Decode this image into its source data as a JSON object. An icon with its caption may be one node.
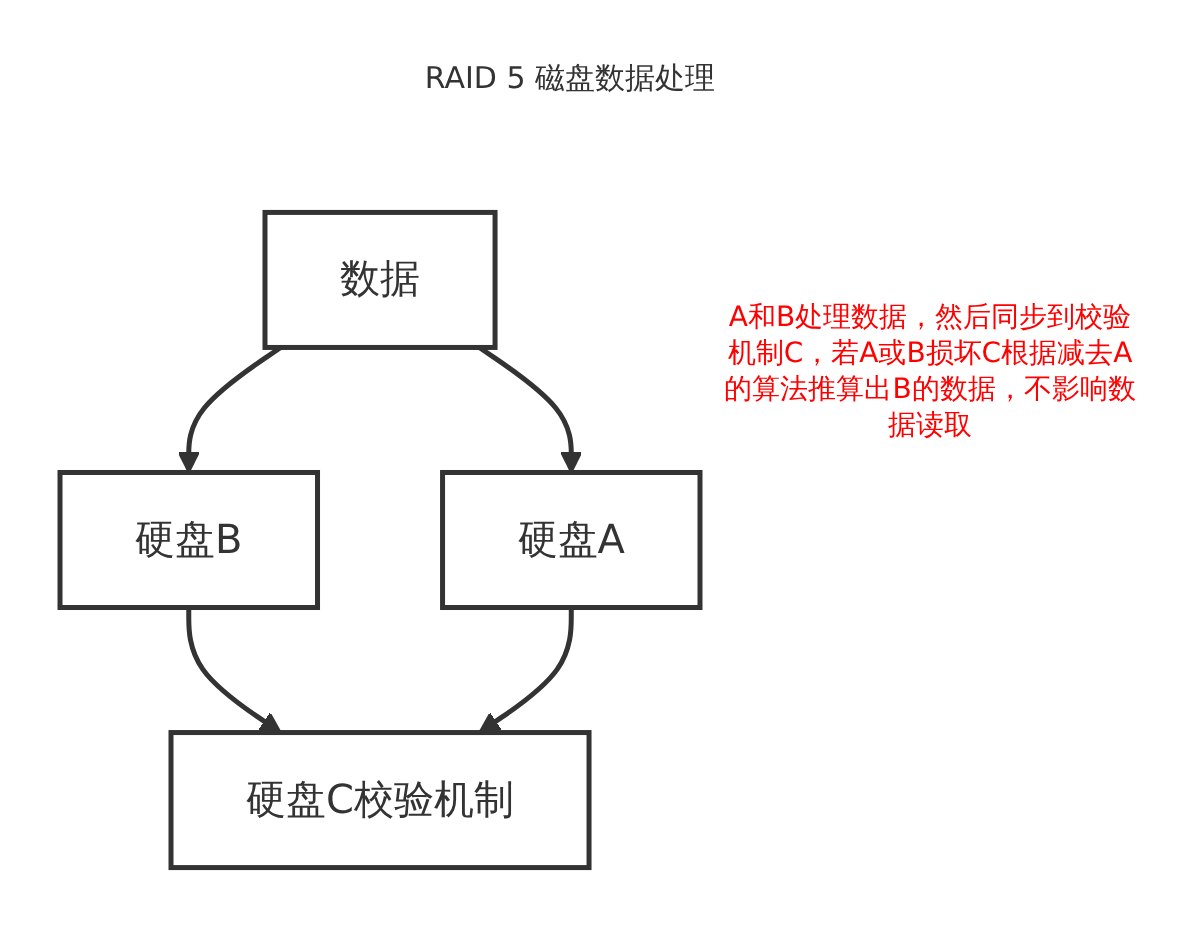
{
  "diagram": {
    "title": "RAID 5 磁盘数据处理",
    "nodes": [
      {
        "text": [
          "数据"
        ]
      },
      {
        "text": [
          "硬盘A"
        ]
      },
      {
        "text": [
          "硬盘B"
        ]
      },
      {
        "text": [
          "硬盘C校验机制"
        ]
      }
    ],
    "edges": [
      {
        "from": 0,
        "to": 1,
        "arrow": "to"
      },
      {
        "from": 0,
        "to": 2,
        "arrow": "to"
      },
      {
        "from": 2,
        "to": 3,
        "arrow": "to"
      },
      {
        "from": 1,
        "to": 3,
        "arrow": "to"
      }
    ],
    "labels": [
      "A和B处理数据，然后同步到校验机制C，若A或B损坏C根据减去A的算法推算出B的数据，不影响数据读取"
    ]
  }
}
